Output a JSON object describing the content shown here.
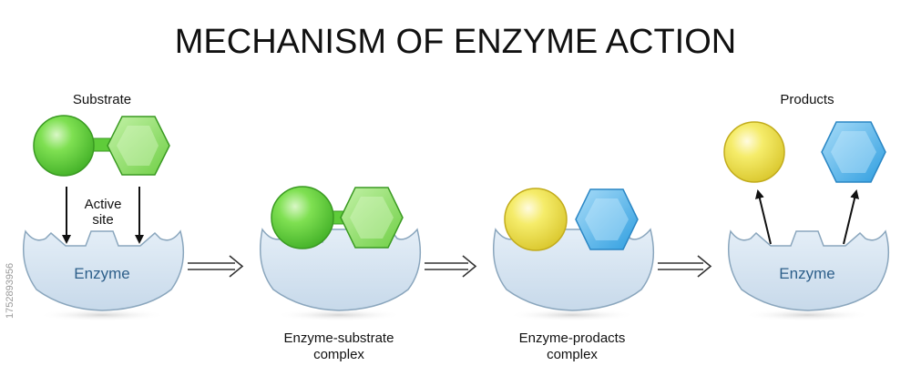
{
  "title": "MECHANISM OF ENZYME ACTION",
  "labels": {
    "substrate": "Substrate",
    "products": "Products",
    "active_site_line1": "Active",
    "active_site_line2": "site",
    "enzyme_left": "Enzyme",
    "enzyme_right": "Enzyme",
    "es_complex_line1": "Enzyme-substrate",
    "es_complex_line2": "complex",
    "ep_complex_line1": "Enzyme-prodacts",
    "ep_complex_line2": "complex"
  },
  "stock_id": "1752893956",
  "colors": {
    "enzyme_fill": "#d3e3f1",
    "enzyme_stroke": "#8aa6bd",
    "green_sphere": "#5fd13c",
    "green_hexagon": "#8fe26a",
    "yellow_sphere": "#f2e85a",
    "blue_hexagon": "#4ab2ec"
  }
}
